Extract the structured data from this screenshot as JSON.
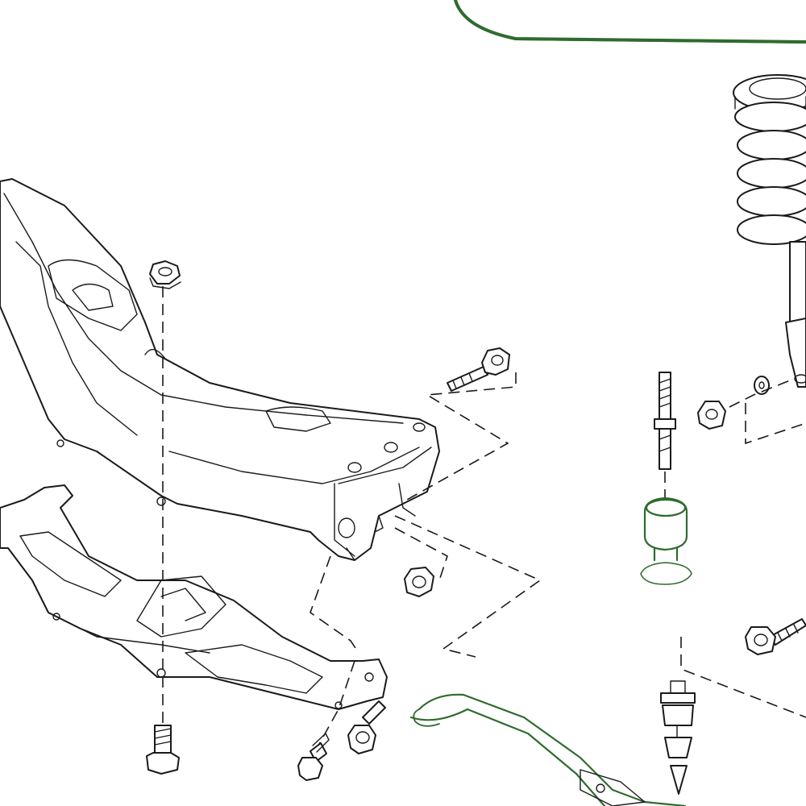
{
  "diagram": {
    "colors": {
      "line": "#1a1a1a",
      "highlight": "#2f6b2f",
      "background": "#ffffff"
    },
    "parts": [
      "rear-subframe",
      "lower-support-plate",
      "coil-spring-strut",
      "bushing",
      "stud-bolt",
      "flange-bolt",
      "flange-nut",
      "washer",
      "stabilizer-bar",
      "stabilizer-link"
    ]
  }
}
